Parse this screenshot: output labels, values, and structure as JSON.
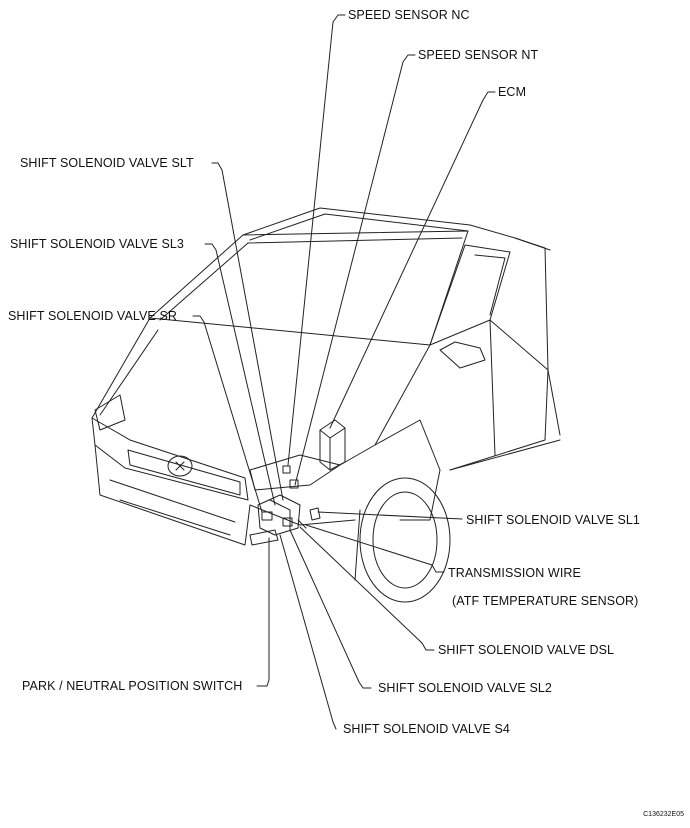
{
  "labels": {
    "speed_sensor_nc": "SPEED SENSOR  NC",
    "speed_sensor_nt": "SPEED SENSOR  NT",
    "ecm": "ECM",
    "shift_solenoid_slt": "SHIFT SOLENOID VALVE SLT",
    "shift_solenoid_sl3": "SHIFT SOLENOID VALVE SL3",
    "shift_solenoid_sr": "SHIFT SOLENOID VALVE SR",
    "shift_solenoid_sl1": "SHIFT SOLENOID VALVE SL1",
    "transmission_wire": "TRANSMISSION WIRE",
    "atf_temp_sensor": "(ATF TEMPERATURE SENSOR)",
    "shift_solenoid_dsl": "SHIFT SOLENOID VALVE DSL",
    "park_neutral_switch": "PARK / NEUTRAL POSITION SWITCH",
    "shift_solenoid_sl2": "SHIFT SOLENOID VALVE SL2",
    "shift_solenoid_s4": "SHIFT SOLENOID VALVE S4"
  },
  "figure_code": "C136232E05",
  "colors": {
    "line": "#111111",
    "background": "#ffffff"
  }
}
